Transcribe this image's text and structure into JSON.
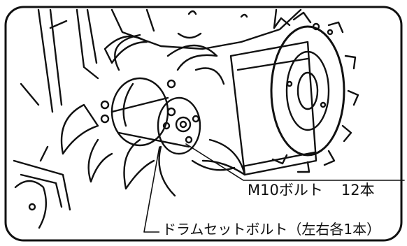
{
  "labels": {
    "m10_bolt": "M10ボルト",
    "m10_bolt_count": "12本",
    "drum_set_bolt": "ドラムセットボルト（左右各1本）"
  },
  "colors": {
    "line": "#111111",
    "background": "#ffffff"
  }
}
